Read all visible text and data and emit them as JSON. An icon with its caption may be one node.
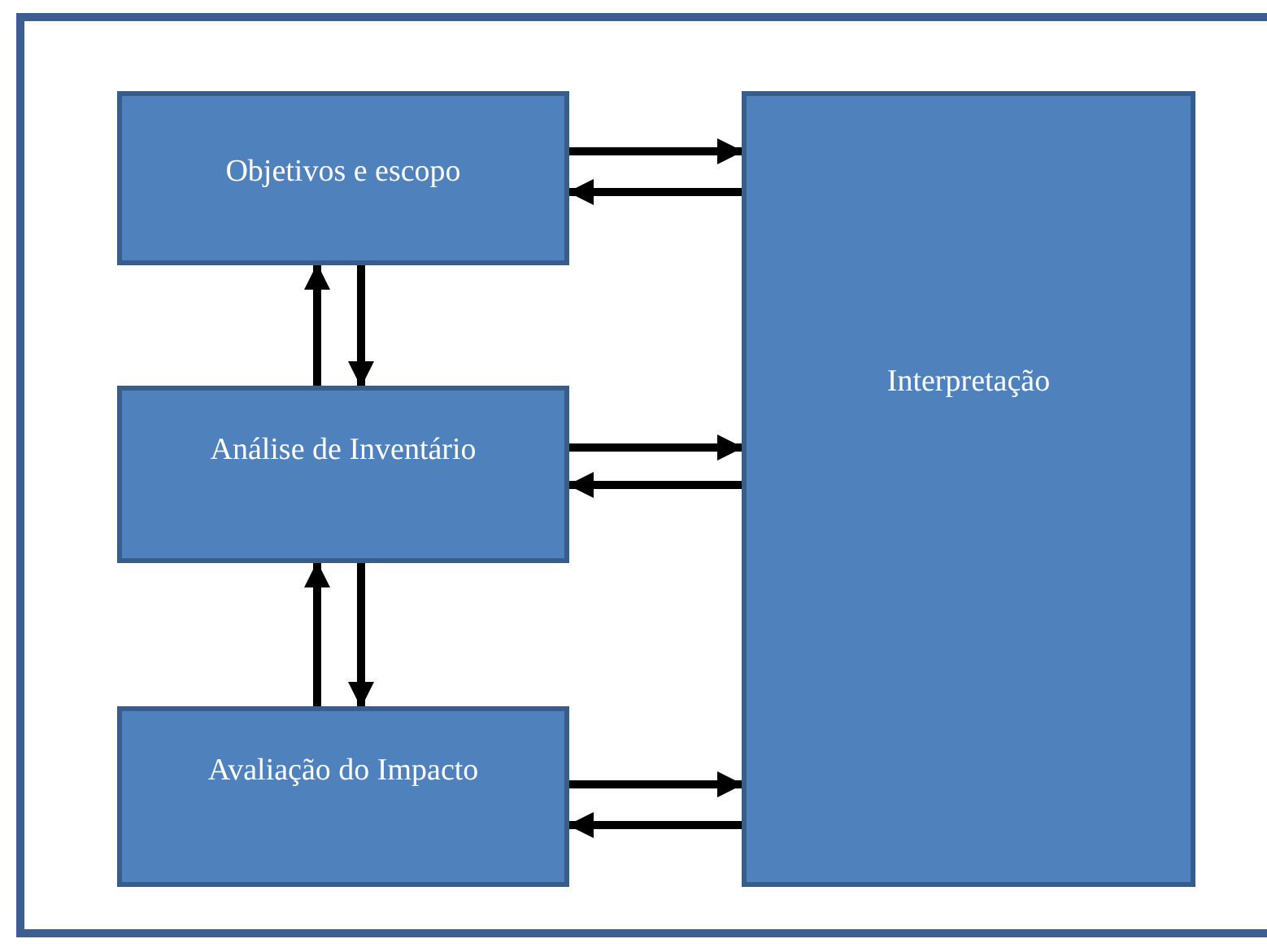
{
  "diagram": {
    "nodes": [
      {
        "text": [
          "Objetivos e escopo"
        ]
      },
      {
        "text": [
          "Interpretação"
        ]
      },
      {
        "text": [
          "Análise de Inventário"
        ]
      },
      {
        "text": [
          "Avaliação do Impacto"
        ]
      }
    ],
    "edges": [
      {
        "from": 0,
        "to": 1,
        "arrow": "to"
      },
      {
        "from": 1,
        "to": 0,
        "arrow": "to"
      },
      {
        "from": 2,
        "to": 1,
        "arrow": "to"
      },
      {
        "from": 1,
        "to": 2,
        "arrow": "to"
      },
      {
        "from": 3,
        "to": 1,
        "arrow": "to"
      },
      {
        "from": 1,
        "to": 3,
        "arrow": "to"
      },
      {
        "from": 2,
        "to": 0,
        "arrow": "to"
      },
      {
        "from": 0,
        "to": 2,
        "arrow": "to"
      },
      {
        "from": 3,
        "to": 2,
        "arrow": "to"
      },
      {
        "from": 2,
        "to": 3,
        "arrow": "to"
      }
    ]
  }
}
